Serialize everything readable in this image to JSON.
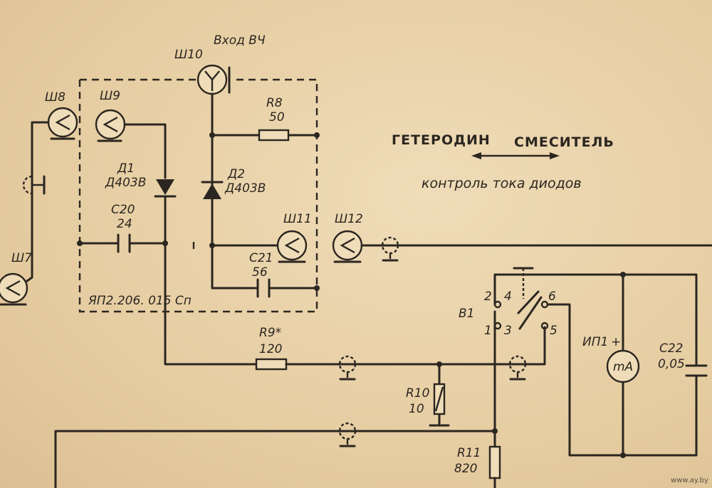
{
  "labels": {
    "sh7": "Ш7",
    "sh8": "Ш8",
    "sh9": "Ш9",
    "sh10": "Ш10",
    "sh11": "Ш11",
    "sh12": "Ш12",
    "input": "Вход ВЧ",
    "d1_name": "Д1",
    "d1_type": "Д403В",
    "d2_name": "Д2",
    "d2_type": "Д403В",
    "r8_name": "R8",
    "r8_value": "50",
    "c20_name": "С20",
    "c20_value": "24",
    "c21_name": "С21",
    "c21_value": "56",
    "r9_name": "R9*",
    "r9_value": "120",
    "r10_name": "R10",
    "r10_value": "10",
    "r11_name": "R11",
    "r11_value": "820",
    "c22_name": "С22",
    "c22_value": "0,05",
    "meter_name": "ИП1",
    "meter_plus": "+",
    "meter_unit": "mA",
    "switch_name": "В1",
    "pin1": "1",
    "pin2": "2",
    "pin3": "3",
    "pin4": "4",
    "pin5": "5",
    "pin6": "6",
    "block_code": "ЯП2.206. 015 Сп"
  },
  "header": {
    "heterodyne": "ГЕТЕРОДИН",
    "mixer": "СМЕСИТЕЛЬ",
    "diode_current": "контроль тока диодов"
  },
  "watermark": "www.ay.by"
}
